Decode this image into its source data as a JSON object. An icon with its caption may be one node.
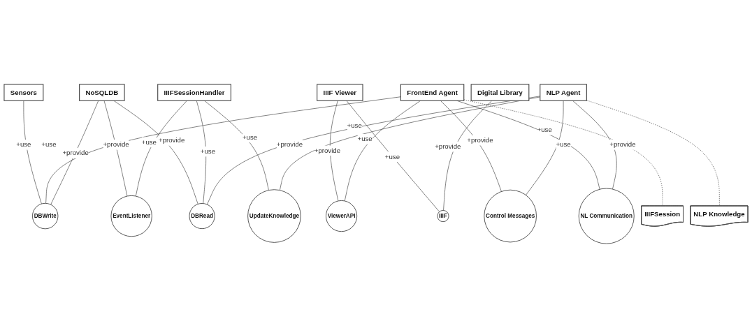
{
  "diagram": {
    "nodes": [
      {
        "text": [
          "Sensors"
        ]
      },
      {
        "text": [
          "NoSQLDB"
        ]
      },
      {
        "text": [
          "EventListener"
        ]
      },
      {
        "text": [
          "IIIFSessionHandler"
        ]
      },
      {
        "text": [
          "IIIF Viewer"
        ]
      },
      {
        "text": [
          "ViewerAPI"
        ]
      },
      {
        "text": [
          "FrontEnd Agent"
        ]
      },
      {
        "text": [
          "DBWrite"
        ]
      },
      {
        "text": [
          "DBRead"
        ]
      },
      {
        "text": [
          "UpdateKnowledge"
        ]
      },
      {
        "text": [
          "IIIF"
        ]
      },
      {
        "text": [
          "Control Messages"
        ]
      },
      {
        "text": [
          "IIIFSession"
        ]
      },
      {
        "text": [
          "NLP Agent"
        ]
      },
      {
        "text": [
          "NL Communication"
        ]
      },
      {
        "text": [
          "Digital Library"
        ]
      },
      {
        "text": [
          "NLP Knowledge"
        ]
      }
    ],
    "edges": [
      {
        "from": 4,
        "to": 5,
        "label": "+provide",
        "arrow": "none"
      },
      {
        "from": 6,
        "to": 5,
        "label": "+use",
        "arrow": "none"
      },
      {
        "from": 4,
        "to": 10,
        "label": "+use",
        "arrow": "none"
      },
      {
        "from": 15,
        "to": 10,
        "label": "+provide",
        "arrow": "none"
      },
      {
        "from": 0,
        "to": 7,
        "label": "+use",
        "arrow": "none"
      },
      {
        "from": 6,
        "to": 7,
        "label": "+use",
        "arrow": "none"
      },
      {
        "from": 1,
        "to": 7,
        "label": "+provide",
        "arrow": "none"
      },
      {
        "from": 1,
        "to": 2,
        "label": "+provide",
        "arrow": "none"
      },
      {
        "from": 3,
        "to": 2,
        "label": "+use",
        "arrow": "none"
      },
      {
        "from": 1,
        "to": 8,
        "label": "+provide",
        "arrow": "none"
      },
      {
        "from": 3,
        "to": 8,
        "label": "+use",
        "arrow": "none"
      },
      {
        "from": 3,
        "to": 9,
        "label": "+use",
        "arrow": "none"
      },
      {
        "from": 13,
        "to": 9,
        "label": "+provide",
        "arrow": "none"
      },
      {
        "from": 13,
        "to": 8,
        "label": "+use",
        "arrow": "none"
      },
      {
        "from": 6,
        "to": 11,
        "label": "+provide",
        "arrow": "none"
      },
      {
        "from": 13,
        "to": 11,
        "label": "+use",
        "arrow": "none"
      },
      {
        "from": 6,
        "to": 14,
        "label": "+use",
        "arrow": "none"
      },
      {
        "from": 13,
        "to": 14,
        "label": "+provide",
        "arrow": "none"
      },
      {
        "from": 6,
        "to": 12,
        "arrow": "none",
        "style": "dashed"
      },
      {
        "from": 13,
        "to": 16,
        "arrow": "none",
        "style": "dashed"
      }
    ]
  }
}
